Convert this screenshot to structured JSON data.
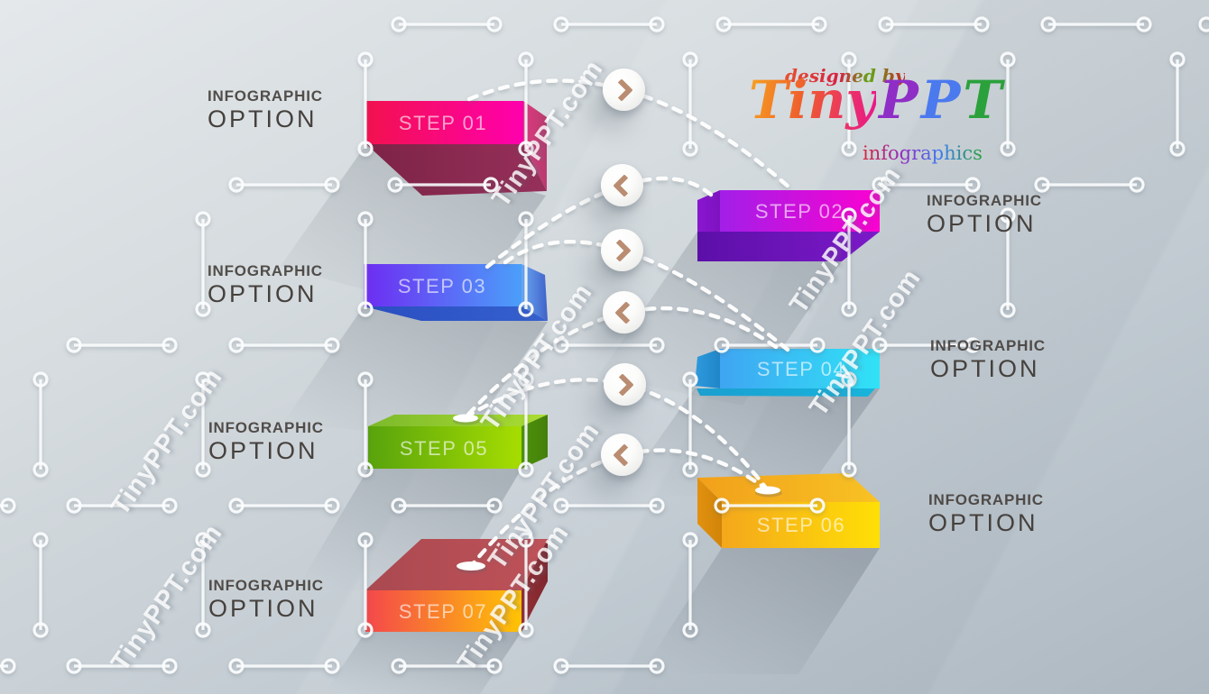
{
  "watermark": {
    "text": "TinyPPT.com"
  },
  "logo": {
    "designed_by": "designed by",
    "brand_script": "Tiny",
    "brand_letters": [
      "P",
      "P",
      "T"
    ],
    "subtitle": "infographics",
    "colors": {
      "tiny_from": "#f7a41d",
      "tiny_to": "#e9148e",
      "p1": "#8f2ec6",
      "p2": "#4b79ee",
      "t": "#2ba13c",
      "designed_by": "#d81f44"
    }
  },
  "steps": [
    {
      "label": "STEP 01",
      "side": "left",
      "colors": {
        "face_from": "#f2114f",
        "face_to": "#ff00ad",
        "edge_from": "#e03a80",
        "edge_to": "#b73b6e",
        "depth_from": "#7d2347",
        "depth_to": "#96305a"
      }
    },
    {
      "label": "STEP 02",
      "side": "right",
      "colors": {
        "face_from": "#a21fe8",
        "face_to": "#fb01d0",
        "edge_from": "#8a16d0",
        "edge_to": "#7d12c0",
        "depth_from": "#5c0fa8",
        "depth_to": "#7c19c9"
      }
    },
    {
      "label": "STEP 03",
      "side": "left",
      "colors": {
        "face_from": "#6e2cf2",
        "face_to": "#4b9ffa",
        "edge_from": "#6ba8f5",
        "edge_to": "#3f62c8",
        "depth_from": "#2a4ec0",
        "depth_to": "#3560cf"
      }
    },
    {
      "label": "STEP 04",
      "side": "right",
      "colors": {
        "face_from": "#3fa5f2",
        "face_to": "#31e2f6",
        "edge_from": "#2f9ade",
        "edge_to": "#1f86c8",
        "depth_from": "#1b9fd0",
        "depth_to": "#18b4dc"
      }
    },
    {
      "label": "STEP 05",
      "side": "left",
      "colors": {
        "face_from": "#58a30c",
        "face_to": "#a6dd01",
        "edge_from": "#4e930c",
        "edge_to": "#447f0a",
        "top_from": "#7cb92b",
        "top_to": "#abdd33"
      }
    },
    {
      "label": "STEP 06",
      "side": "right",
      "colors": {
        "face_from": "#f4a71c",
        "face_to": "#ffdf06",
        "edge_from": "#e2910f",
        "edge_to": "#d08409",
        "top_from": "#f1a01a",
        "top_to": "#f8c224"
      }
    },
    {
      "label": "STEP 07",
      "side": "left",
      "colors": {
        "face_from": "#f4474c",
        "face_to": "#ffc404",
        "edge_from": "#932f36",
        "edge_to": "#7e272d",
        "top_from": "#aa4950",
        "top_to": "#bf5259"
      }
    }
  ],
  "option_labels": [
    {
      "line1": "INFOGRAPHIC",
      "line2": "OPTION",
      "side": "left"
    },
    {
      "line1": "INFOGRAPHIC",
      "line2": "OPTION",
      "side": "right"
    },
    {
      "line1": "INFOGRAPHIC",
      "line2": "OPTION",
      "side": "left"
    },
    {
      "line1": "INFOGRAPHIC",
      "line2": "OPTION",
      "side": "right"
    },
    {
      "line1": "INFOGRAPHIC",
      "line2": "OPTION",
      "side": "left"
    },
    {
      "line1": "INFOGRAPHIC",
      "line2": "OPTION",
      "side": "right"
    },
    {
      "line1": "INFOGRAPHIC",
      "line2": "OPTION",
      "side": "left"
    }
  ],
  "nav_buttons": [
    {
      "direction": "right"
    },
    {
      "direction": "left"
    },
    {
      "direction": "right"
    },
    {
      "direction": "left"
    },
    {
      "direction": "right"
    },
    {
      "direction": "left"
    }
  ],
  "colors": {
    "option_text": "#46413d",
    "chevron": "#ba8d72",
    "network_lines": "#f8fafb",
    "background_top": "#e4e8eb",
    "background_bottom": "#adb8c1"
  }
}
